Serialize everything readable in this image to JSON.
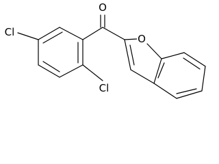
{
  "molecule": {
    "atoms": {
      "carbonyl_oxygen": "O",
      "furan_oxygen": "O",
      "chlorine_left": "Cl",
      "chlorine_bottom": "Cl"
    }
  },
  "colors": {
    "bond": "#000000",
    "background": "#ffffff"
  }
}
